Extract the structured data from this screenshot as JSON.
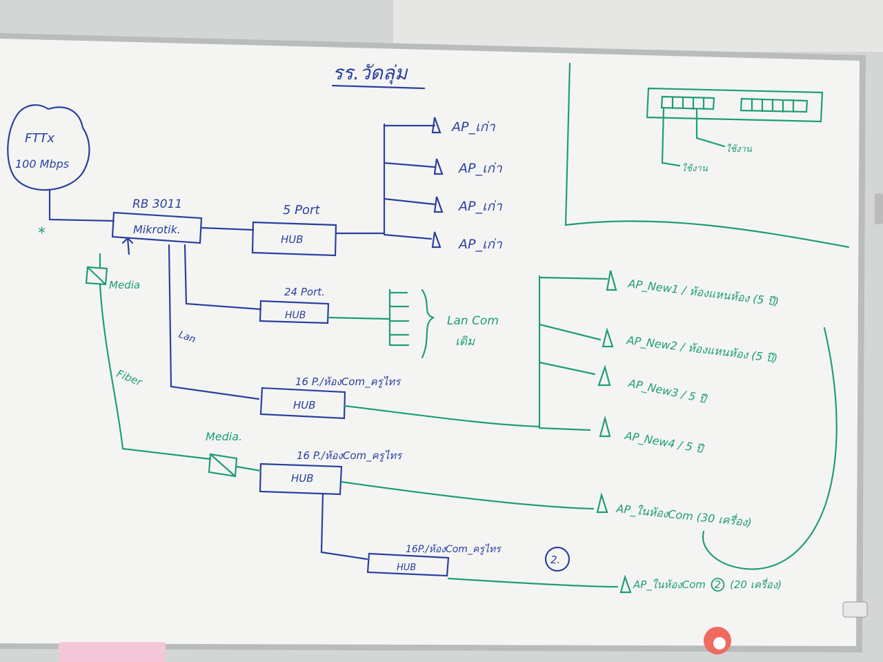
{
  "title": "รร.วัดลุ่ม",
  "cloud": {
    "line1": "FTTx",
    "line2": "100 Mbps"
  },
  "router": {
    "model": "RB 3011",
    "name": "Mikrotik."
  },
  "marker_star": "*",
  "hub_5port": {
    "label": "5 Port",
    "box": "HUB"
  },
  "ap_old": [
    "AP_เก่า",
    "AP_เก่า",
    "AP_เก่า",
    "AP_เก่า"
  ],
  "hub_24port": {
    "label": "24 Port.",
    "box": "HUB"
  },
  "lan_com": {
    "line1": "Lan Com",
    "line2": "เดิม"
  },
  "lan_label": "Lan",
  "media1": "Media",
  "fiber_label": "Fiber",
  "hub_16p_1": {
    "label": "16 P./ห้องCom_ครูไทร",
    "box": "HUB"
  },
  "media2": "Media.",
  "hub_16p_2": {
    "label": "16 P./ห้องCom_ครูไทร",
    "box": "HUB"
  },
  "hub_16p_3": {
    "label": "16P./ห้องCom_ครูไทร",
    "circle": "2.",
    "box": "HUB"
  },
  "ap_new": [
    "AP_New1 / ห้องแหนห้อง (5 ปี)",
    "AP_New2 / ห้องแหนห้อง (5 ปี)",
    "AP_New3 / 5 ปี",
    "AP_New4 / 5 ปี"
  ],
  "ap_com1": "AP_ในห้องCom (30 เครื่อง)",
  "ap_com2_pre": "AP_ในห้องCom",
  "ap_com2_circle": "2",
  "ap_com2_post": "(20 เครื่อง)",
  "inset": {
    "label1": "ใช้งาน",
    "label2": "ใช้งาน"
  },
  "colors": {
    "blue_marker": "#2a3f9e",
    "green_marker": "#1f9c78",
    "board": "#f4f5f3"
  }
}
